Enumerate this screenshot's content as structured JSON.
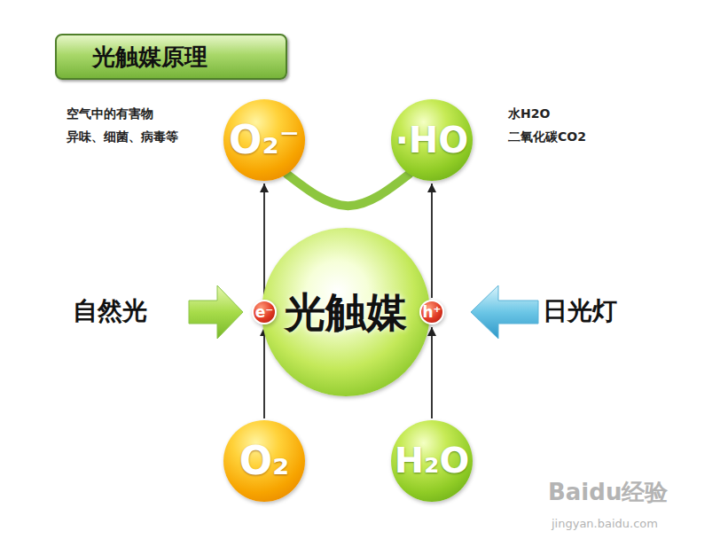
{
  "diagram": {
    "title": "光触媒原理",
    "nodes": [
      {
        "text": [
          "O₂⁻"
        ]
      },
      {
        "text": [
          "·HO"
        ]
      },
      {
        "text": [
          "光触媒"
        ]
      },
      {
        "text": [
          "e⁻"
        ]
      },
      {
        "text": [
          "h⁺"
        ]
      },
      {
        "text": [
          "O₂"
        ]
      },
      {
        "text": [
          "H₂O"
        ]
      }
    ],
    "edges": [
      {
        "from": 5,
        "to": 3,
        "arrow": "to"
      },
      {
        "from": 3,
        "to": 0,
        "arrow": "to"
      },
      {
        "from": 6,
        "to": 4,
        "arrow": "to"
      },
      {
        "from": 4,
        "to": 1,
        "arrow": "to"
      },
      {
        "from": 0,
        "to": 1,
        "arrow": "none"
      }
    ],
    "labels": [
      "空气中的有害物",
      "异味、细菌、病毒等",
      "水H2O",
      "二氧化碳CO2",
      "自然光",
      "日光灯",
      "Baidu经验",
      "jingyan.baidu.com"
    ]
  }
}
